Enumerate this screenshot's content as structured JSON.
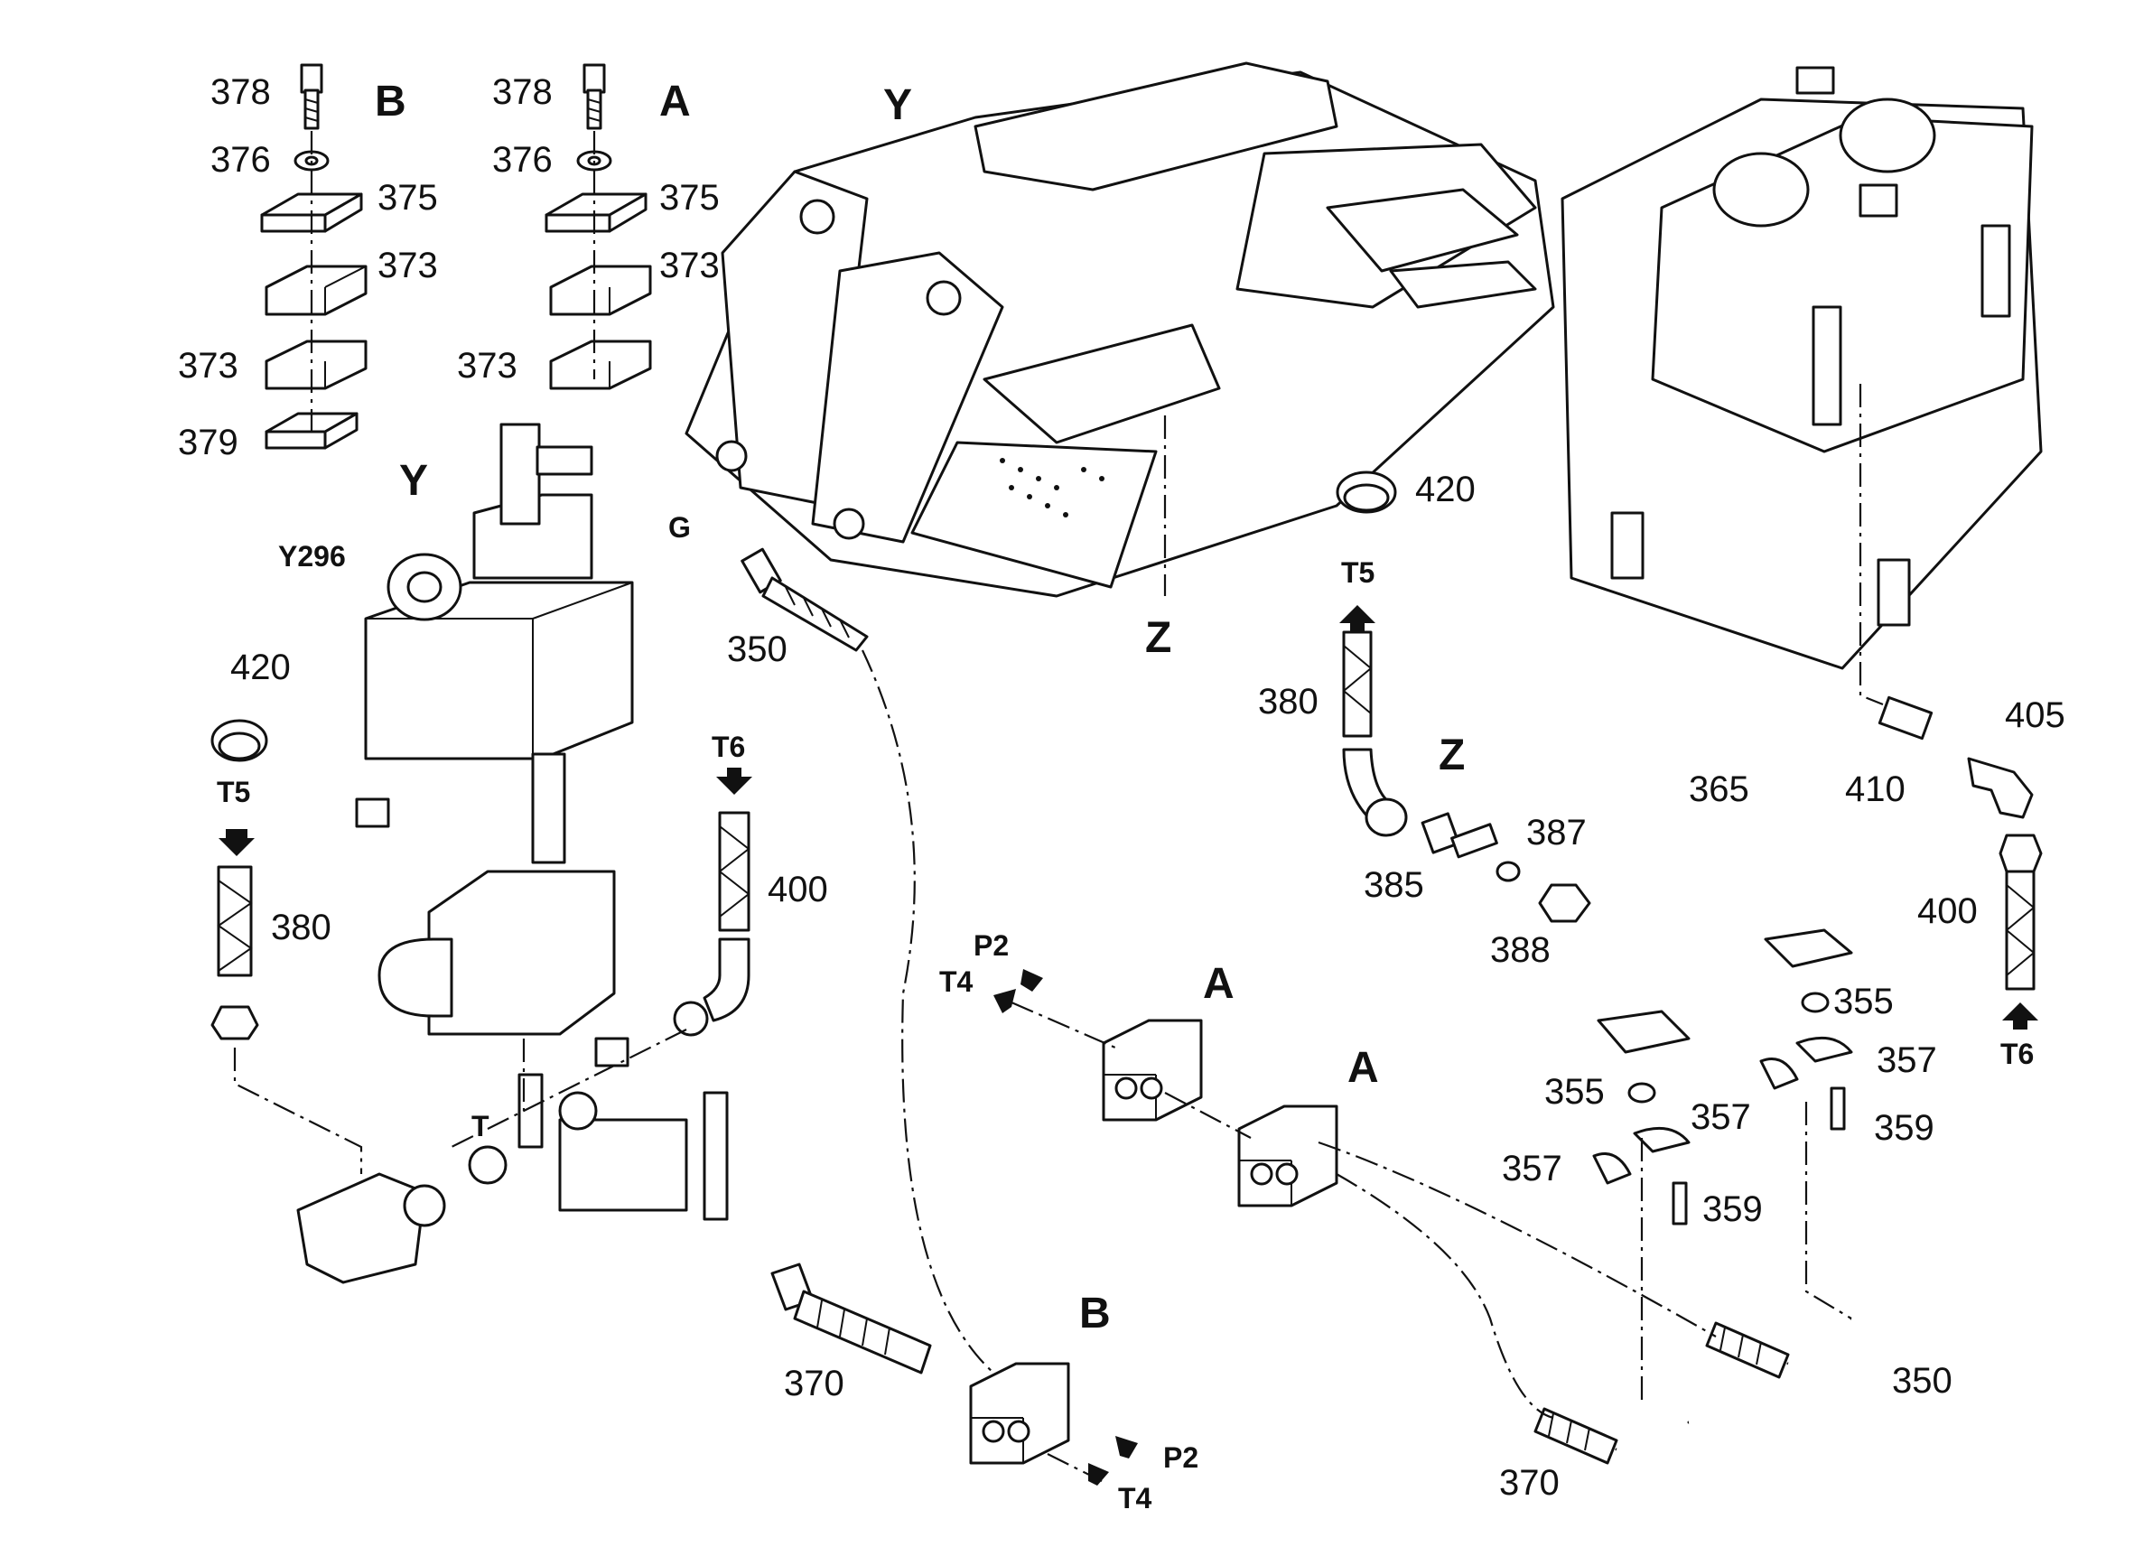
{
  "section_labels": {
    "b_top": "B",
    "a_top": "A",
    "y_frame": "Y",
    "y_valve": "Y",
    "z_frame": "Z",
    "z_detail": "Z",
    "a_clamp1": "A",
    "a_clamp2": "A",
    "b_clamp": "B"
  },
  "component_labels": {
    "y296": "Y296",
    "g": "G",
    "t": "T"
  },
  "port_labels": {
    "t5_left": "T5",
    "t6_mid": "T6",
    "t5_right": "T5",
    "t6_right": "T6",
    "p2_upper": "P2",
    "t4_upper": "T4",
    "p2_lower": "P2",
    "t4_lower": "T4"
  },
  "part_numbers": {
    "b378": "378",
    "b376": "376",
    "b375": "375",
    "b373a": "373",
    "b373b": "373",
    "b379": "379",
    "a378": "378",
    "a376": "376",
    "a375": "375",
    "a373a": "373",
    "a373b": "373",
    "c420_left": "420",
    "h380_left": "380",
    "h350_top": "350",
    "h400_mid": "400",
    "h370_left": "370",
    "c420_right": "420",
    "h380_right": "380",
    "f385": "385",
    "f387": "387",
    "f388": "388",
    "p365": "365",
    "f410": "410",
    "f405": "405",
    "h400_right": "400",
    "s355_right": "355",
    "s355_left": "355",
    "f357_a": "357",
    "f357_b": "357",
    "f357_c": "357",
    "b359_a": "359",
    "b359_b": "359",
    "h350_right": "350",
    "h370_right": "370"
  }
}
